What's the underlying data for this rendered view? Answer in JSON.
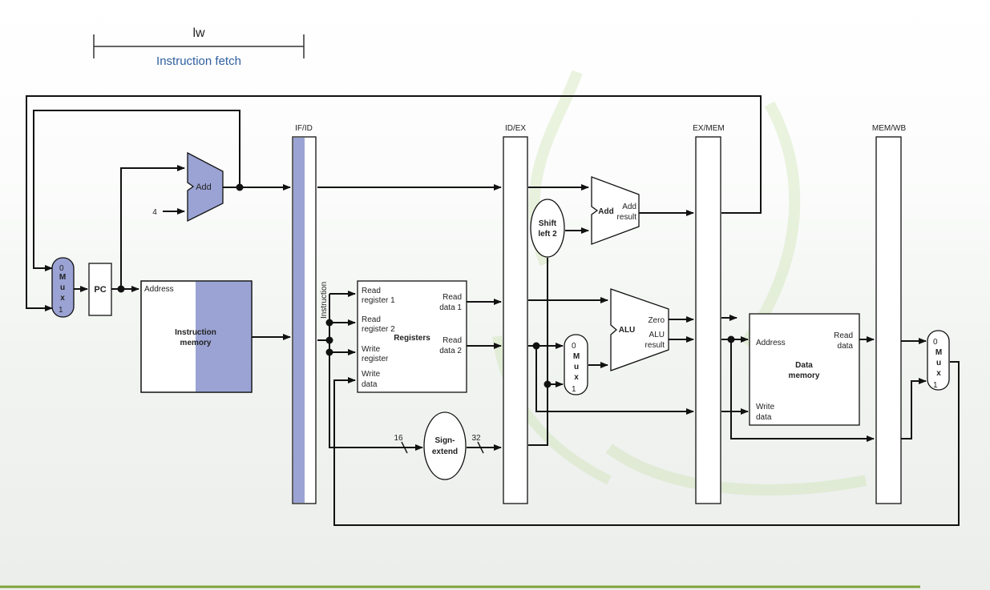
{
  "header": {
    "instruction": "lw",
    "stage": "Instruction fetch"
  },
  "pipeline_registers": [
    "IF/ID",
    "ID/EX",
    "EX/MEM",
    "MEM/WB"
  ],
  "components": {
    "pc": "PC",
    "add": "Add",
    "four": "4",
    "mux": [
      "0",
      "M",
      "u",
      "x",
      "1"
    ],
    "imem_address": "Address",
    "imem_name": [
      "Instruction",
      "memory"
    ],
    "instruction_bus": "Instruction",
    "reg_in": [
      "Read",
      "register 1",
      "Read",
      "register 2",
      "Write",
      "register",
      "Write",
      "data"
    ],
    "reg_name": "Registers",
    "reg_out": [
      "Read",
      "data 1",
      "Read",
      "data 2"
    ],
    "sign_extend": [
      "Sign-",
      "extend"
    ],
    "width_in": "16",
    "width_out": "32",
    "shift": [
      "Shift",
      "left 2"
    ],
    "branch_add": "Add",
    "branch_add_out": [
      "Add",
      "result"
    ],
    "alu": "ALU",
    "alu_zero": "Zero",
    "alu_result": [
      "ALU",
      "result"
    ],
    "dmem_address": "Address",
    "dmem_read": [
      "Read",
      "data"
    ],
    "dmem_write": [
      "Write",
      "data"
    ],
    "dmem_name": [
      "Data",
      "memory"
    ]
  },
  "colors": {
    "highlight": "#9aa3d3",
    "accent_line": "#7ea33a",
    "title_text": "#2f5fa0"
  }
}
